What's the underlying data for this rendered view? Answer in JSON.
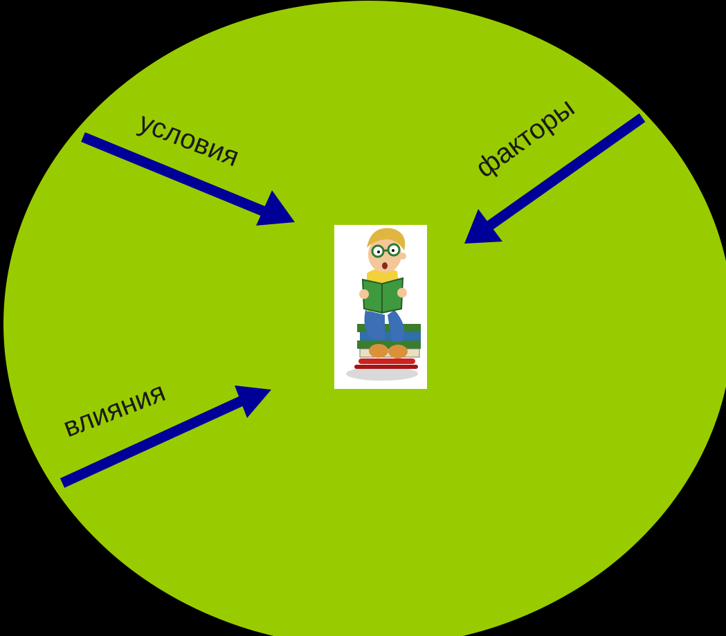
{
  "diagram": {
    "labels": {
      "conditions": "условия",
      "factors": "факторы",
      "influences": "влияния"
    },
    "colors": {
      "background": "#000000",
      "circle": "#99cc00",
      "arrow": "#000099",
      "label": "#1a1a1a"
    },
    "center_image": {
      "icon": "child-reading-book-on-books-icon"
    }
  }
}
